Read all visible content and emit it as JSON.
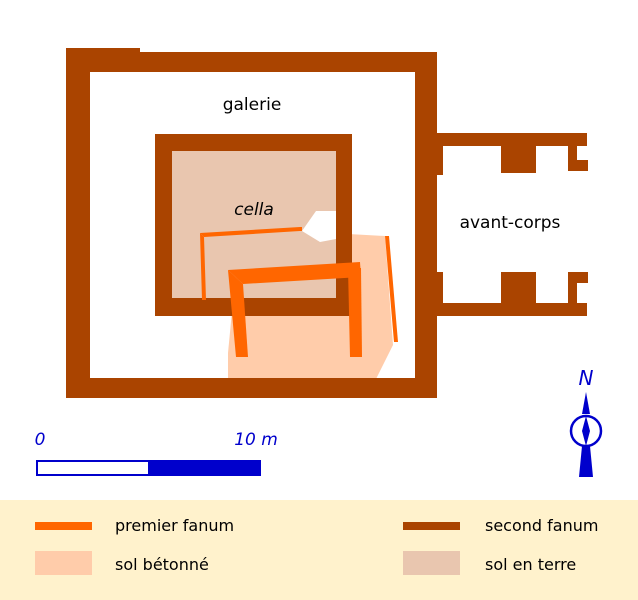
{
  "labels": {
    "gallery": "galerie",
    "cella": "cella",
    "forebuilding": "avant-corps"
  },
  "scale": {
    "start": "0",
    "end": "10 m"
  },
  "north": {
    "letter": "N"
  },
  "legend": {
    "items": [
      {
        "label": "premier fanum",
        "kind": "line",
        "color": "#ff6600"
      },
      {
        "label": "second fanum",
        "kind": "line",
        "color": "#aa4400"
      },
      {
        "label": "sol bétonné",
        "kind": "area",
        "color": "#ffccaa"
      },
      {
        "label": "sol en terre",
        "kind": "area",
        "color": "#e9c6af"
      }
    ],
    "background": "#fff2cc"
  },
  "colors": {
    "second_wall": "#aa4400",
    "first_wall": "#ff6600",
    "concrete_floor": "#ffccaa",
    "earth_floor": "#e9c6af",
    "scale_blue": "#0000cc"
  }
}
